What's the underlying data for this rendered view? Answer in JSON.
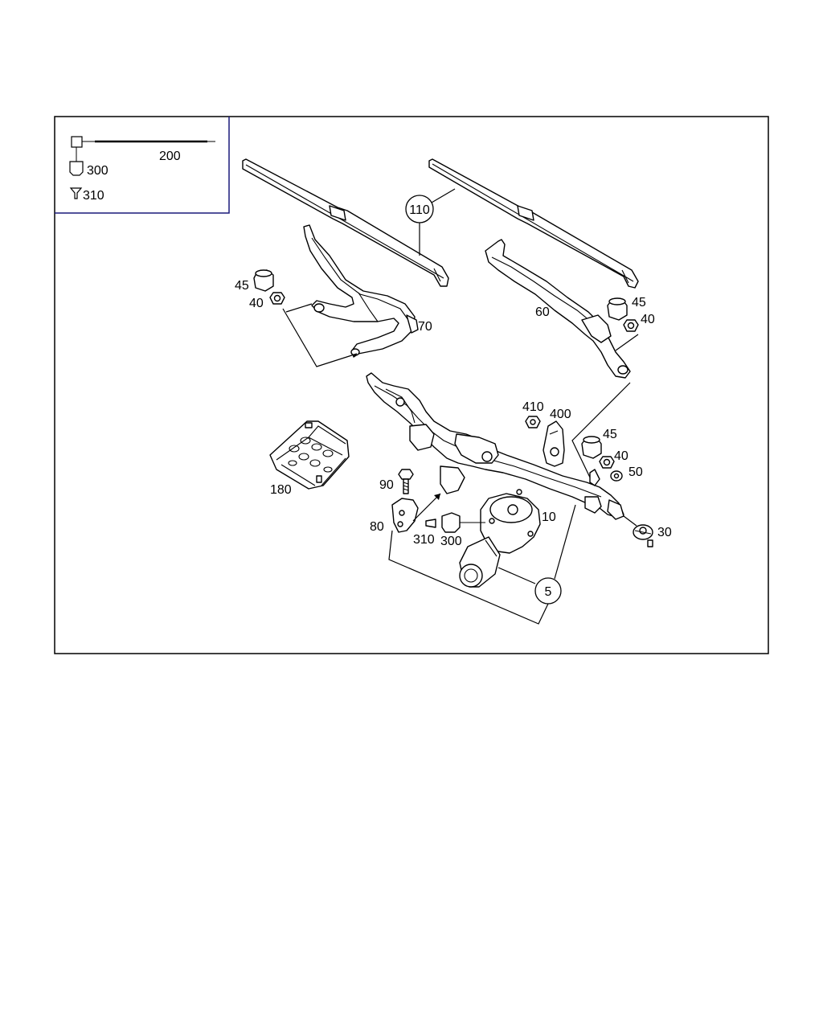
{
  "legend": {
    "line_label": "200",
    "connector_label": "300",
    "plug_label": "310"
  },
  "labels": {
    "p110": "110",
    "p45a": "45",
    "p40a": "40",
    "p70": "70",
    "p60": "60",
    "p45b": "45",
    "p40b": "40",
    "p410": "410",
    "p400": "400",
    "p45c": "45",
    "p40c": "40",
    "p50": "50",
    "p180": "180",
    "p90": "90",
    "p10": "10",
    "p80": "80",
    "p310": "310",
    "p300": "300",
    "p30": "30",
    "p5": "5"
  },
  "colors": {
    "frame": "#000000",
    "legend_border": "#1a1a7a"
  }
}
